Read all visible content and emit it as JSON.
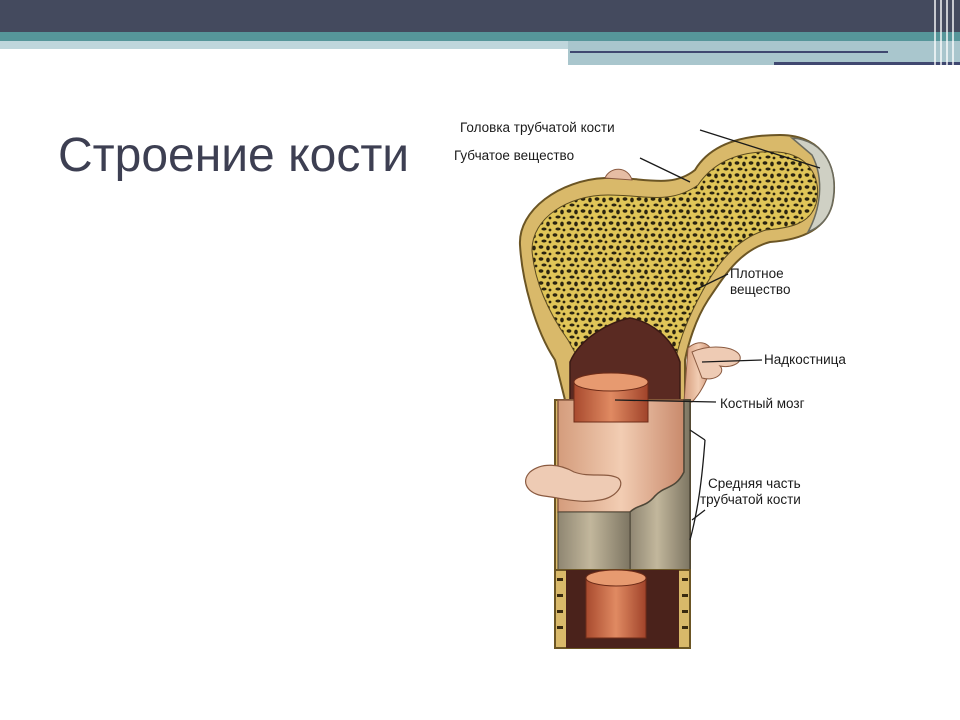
{
  "slide": {
    "title": "Строение кости"
  },
  "figure": {
    "labels": {
      "head": "Головка трубчатой кости",
      "spongy": "Губчатое вещество",
      "compact_line1": "Плотное",
      "compact_line2": "вещество",
      "periosteum": "Надкостница",
      "marrow": "Костный мозг",
      "shaft_line1": "Средняя часть",
      "shaft_line2": "трубчатой кости"
    },
    "colors": {
      "spongy": "#e0c558",
      "pores": "#2b2410",
      "compact": "#d9b96a",
      "periosteum": "#e6bda4",
      "marrow": "#c96a45",
      "shaft_outer": "#a89e88",
      "cavity": "#5a2a22"
    }
  }
}
